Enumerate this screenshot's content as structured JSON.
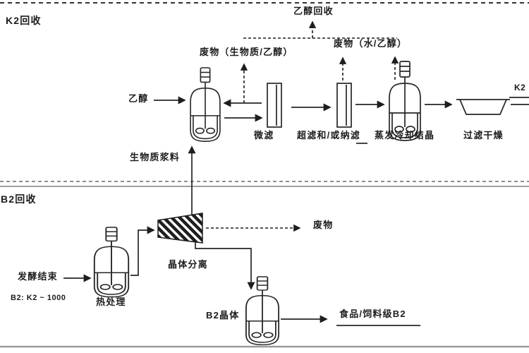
{
  "diagram": {
    "k2_section": {
      "title": "K2回收",
      "ethanol_recovery": "乙醇回收",
      "waste_biomass_ethanol": "废物（生物质/乙醇）",
      "waste_water_ethanol": "废物（水/乙醇）",
      "ethanol_in": "乙醇",
      "biomass_slurry": "生物质浆料",
      "steps": {
        "microfiltration": "微滤",
        "ultra_nano_filtration": "超滤和/或纳滤",
        "evaporative_cooling_crystallization": "蒸发冷却结晶",
        "filter_drying": "过滤干燥"
      },
      "k2_product": "K2"
    },
    "b2_section": {
      "title": "B2回收",
      "fermentation_end": "发酵结束",
      "b2_k2_ratio": "B2: K2 ~ 1000",
      "heat_treatment": "热处理",
      "crystal_separation": "晶体分离",
      "waste": "废物",
      "b2_crystals": "B2晶体",
      "food_feed_grade_b2": "食品/饲料级B2"
    },
    "icons": {
      "stirred_tank": "stirred-tank-icon",
      "membrane_filter": "membrane-filter-icon",
      "drying_pan": "drying-pan-icon",
      "hatched_separator": "hatched-separator-icon"
    },
    "colors": {
      "line": "#262626",
      "hatch": "#1e1e1e",
      "divider": "#808080",
      "bottom_bar": "#9a9a9a",
      "background": "#ffffff"
    }
  }
}
